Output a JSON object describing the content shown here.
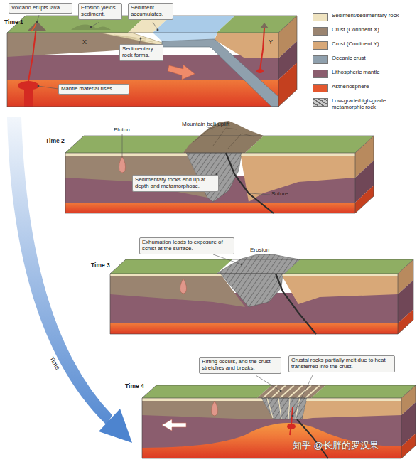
{
  "diagram": {
    "nodes": [
      {
        "text": [
          "Volcano erupts lava."
        ]
      },
      {
        "text": [
          "Erosion yields sediment."
        ]
      },
      {
        "text": [
          "Sediment accumulates."
        ]
      },
      {
        "text": [
          "Sedimentary rock forms."
        ]
      },
      {
        "text": [
          "Mantle material rises."
        ]
      },
      {
        "text": [
          "Sedimentary rocks end up at depth and metamorphose."
        ]
      },
      {
        "text": [
          "Exhumation leads to exposure of schist at the surface."
        ]
      },
      {
        "text": [
          "Rifting occurs, and the crust stretches and breaks."
        ]
      },
      {
        "text": [
          "Crustal rocks partially melt due to heat transferred into the crust."
        ]
      }
    ],
    "labels": [
      "Time 1",
      "X",
      "Y",
      "Pluton",
      "Mountain belt uplift",
      "Time 2",
      "Suture",
      "Time 3",
      "Erosion",
      "Time",
      "Time 4",
      "知乎 @长胖的罗汉果"
    ],
    "legend": [
      {
        "text": "Sediment/sedimentary rock",
        "color": "#efe3c0"
      },
      {
        "text": "Crust (Continent X)",
        "color": "#9a8470"
      },
      {
        "text": "Crust (Continent Y)",
        "color": "#d8a878"
      },
      {
        "text": "Oceanic crust",
        "color": "#8fa0ad"
      },
      {
        "text": "Lithospheric mantle",
        "color": "#8b5d6e"
      },
      {
        "text": "Asthenosphere",
        "color": "#e4572e"
      },
      {
        "text": "Low-grade/high-grade metamorphic rock"
      }
    ]
  }
}
